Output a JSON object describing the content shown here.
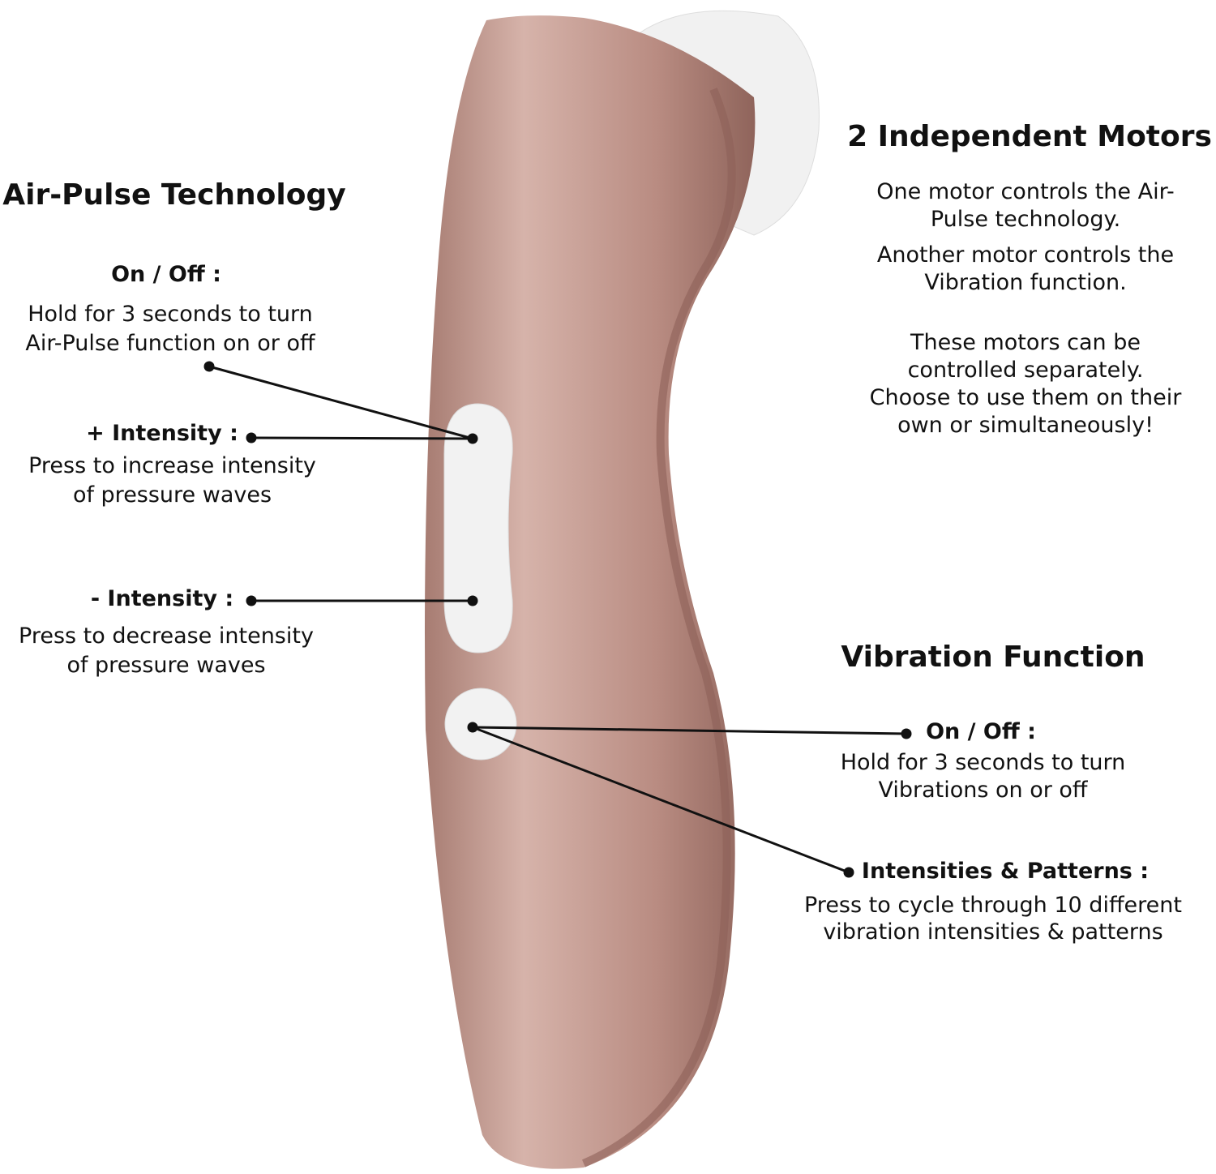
{
  "colors": {
    "body": "#b8897f",
    "body_light": "#d9b7ae",
    "cap": "#f2f2f2",
    "text": "#111111"
  },
  "left": {
    "title": "Air-Pulse Technology",
    "onoff": {
      "label": "On / Off :",
      "lines": [
        "Hold for 3 seconds to turn",
        "Air-Pulse function on or off"
      ]
    },
    "plus": {
      "label": "+ Intensity :",
      "lines": [
        "Press to increase intensity",
        "of pressure waves"
      ]
    },
    "minus": {
      "label": "- Intensity :",
      "lines": [
        "Press to decrease intensity",
        "of pressure waves"
      ]
    }
  },
  "right": {
    "motors_title": "2 Independent Motors",
    "motors_lines": [
      "One motor controls the Air-",
      "Pulse technology.",
      "Another motor controls the",
      "Vibration function.",
      "These motors can be",
      "controlled separately.",
      "Choose to use them on their",
      "own or simultaneously!"
    ],
    "vib_title": "Vibration Function",
    "vib_onoff": {
      "label": "On / Off :",
      "lines": [
        "Hold for 3 seconds to turn",
        "Vibrations on or off"
      ]
    },
    "patterns": {
      "label": "Intensities & Patterns :",
      "lines": [
        "Press to cycle through 10 different",
        "vibration intensities & patterns"
      ]
    }
  }
}
